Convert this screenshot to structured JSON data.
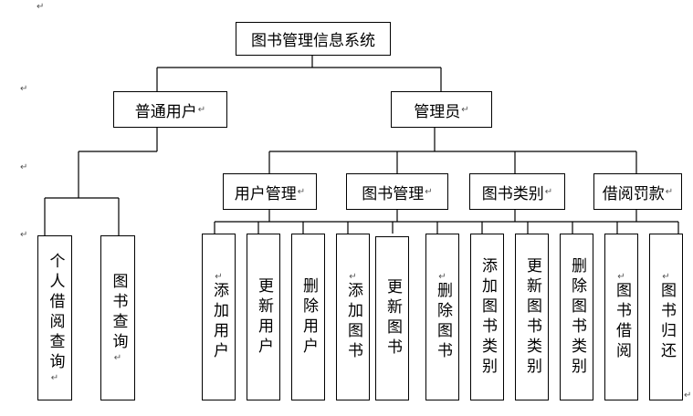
{
  "diagram": {
    "root": "图书管理信息系统",
    "user": "普通用户",
    "admin": "管理员",
    "user_children": [
      "个人借阅查询",
      "图书查询"
    ],
    "admin_groups": [
      "用户管理",
      "图书管理",
      "图书类别",
      "借阅罚款"
    ],
    "leaves": [
      "添加用户",
      "更新用户",
      "删除用户",
      "添加图书",
      "更新图书",
      "删除图书",
      "添加图书类别",
      "更新图书类别",
      "删除图书类别",
      "图书借阅",
      "图书归还"
    ],
    "return_mark": "↵"
  },
  "colors": {
    "line": "#000000",
    "background": "#ffffff",
    "mark": "#555555"
  }
}
